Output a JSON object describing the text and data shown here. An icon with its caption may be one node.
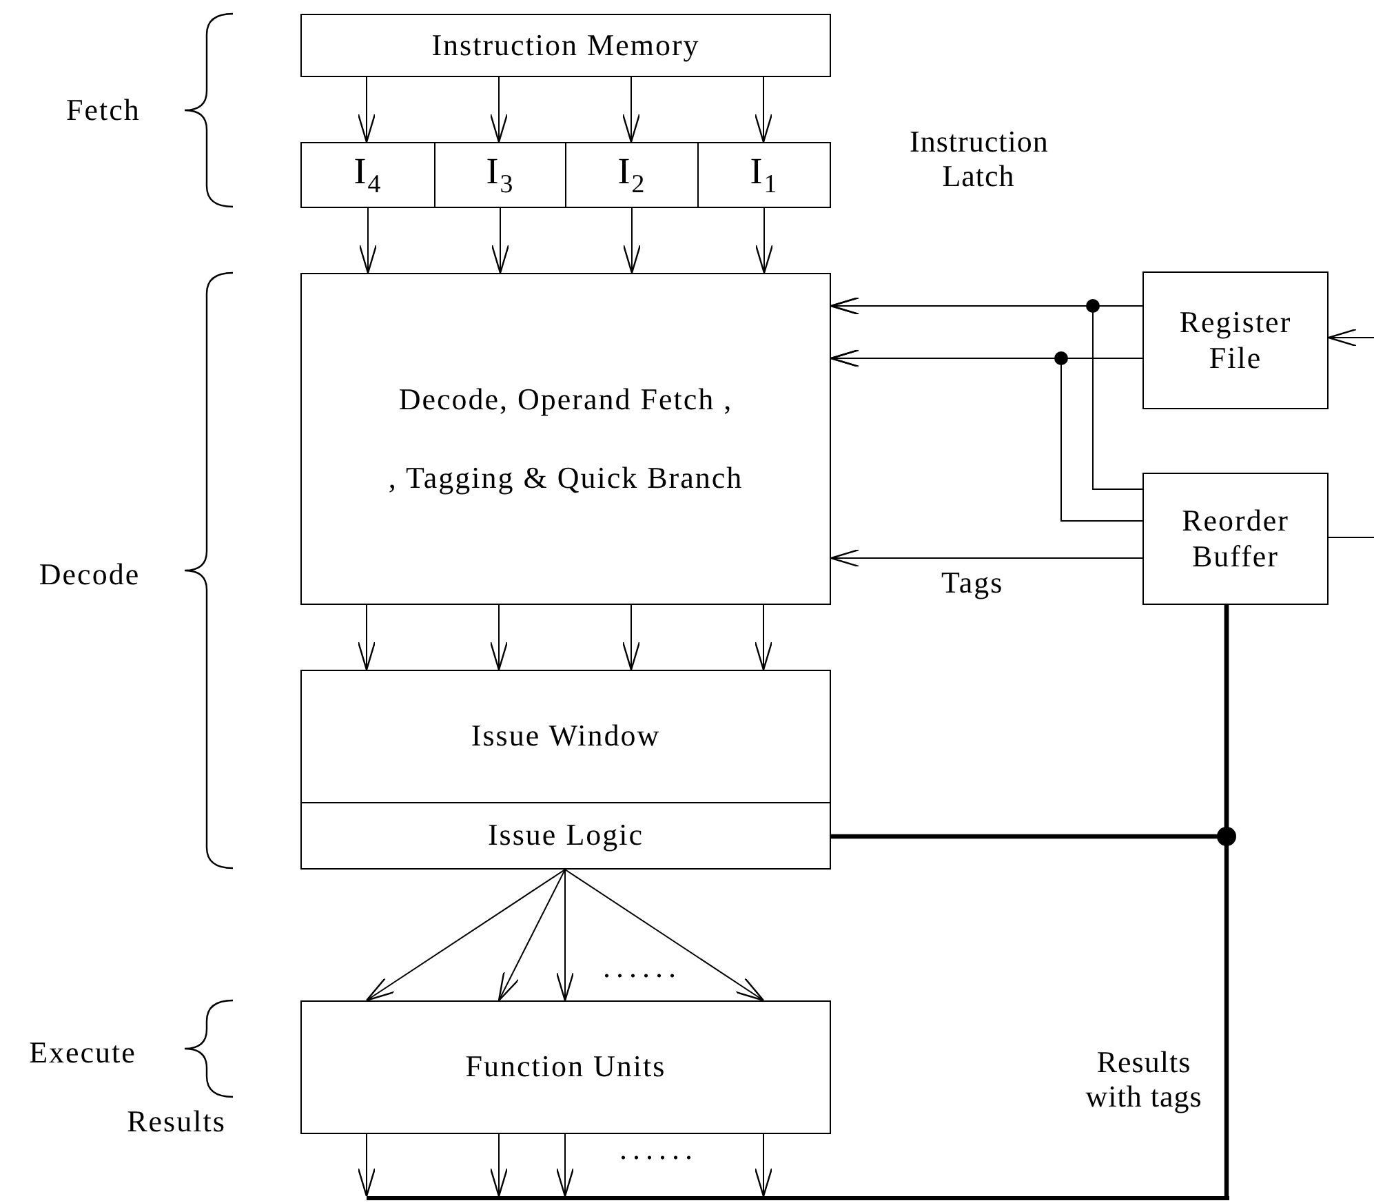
{
  "diagram": {
    "nodes": [
      {
        "text": [
          "Instruction Memory"
        ]
      },
      {
        "text": [
          "I$_{4}$"
        ]
      },
      {
        "text": [
          "I$_{3}$"
        ]
      },
      {
        "text": [
          "I$_{2}$"
        ]
      },
      {
        "text": [
          "I$_{1}$"
        ]
      },
      {
        "text": [
          "Decode, Operand Fetch ,",
          ", Tagging & Quick Branch"
        ]
      },
      {
        "text": [
          "Issue Window"
        ]
      },
      {
        "text": [
          "Issue Logic"
        ]
      },
      {
        "text": [
          "Function Units"
        ]
      },
      {
        "text": [
          "Register File"
        ]
      },
      {
        "text": [
          "Reorder Buffer"
        ]
      },
      {
        "text": [],
        "shape": "bar"
      }
    ],
    "edges": [
      {
        "from": 0,
        "to": 1,
        "arrow": "to"
      },
      {
        "from": 0,
        "to": 2,
        "arrow": "to"
      },
      {
        "from": 0,
        "to": 3,
        "arrow": "to"
      },
      {
        "from": 0,
        "to": 4,
        "arrow": "to"
      },
      {
        "from": 1,
        "to": 5,
        "arrow": "to"
      },
      {
        "from": 2,
        "to": 5,
        "arrow": "to"
      },
      {
        "from": 3,
        "to": 5,
        "arrow": "to"
      },
      {
        "from": 4,
        "to": 5,
        "arrow": "to"
      },
      {
        "from": 5,
        "to": 6,
        "arrow": "to"
      },
      {
        "from": 5,
        "to": 6,
        "arrow": "to"
      },
      {
        "from": 5,
        "to": 6,
        "arrow": "to"
      },
      {
        "from": 5,
        "to": 6,
        "arrow": "to"
      },
      {
        "from": 7,
        "to": 8,
        "arrow": "to"
      },
      {
        "from": 7,
        "to": 8,
        "arrow": "to"
      },
      {
        "from": 7,
        "to": 8,
        "arrow": "to"
      },
      {
        "from": 7,
        "to": 8,
        "arrow": "to"
      },
      {
        "from": 8,
        "to": 11,
        "arrow": "to"
      },
      {
        "from": 8,
        "to": 11,
        "arrow": "to"
      },
      {
        "from": 8,
        "to": 11,
        "arrow": "to"
      },
      {
        "from": 8,
        "to": 11,
        "arrow": "to"
      },
      {
        "from": 9,
        "to": 5,
        "arrow": "to"
      },
      {
        "from": 9,
        "to": 5,
        "arrow": "to"
      },
      {
        "from": 10,
        "to": 5,
        "arrow": "to"
      },
      {
        "from": 10,
        "to": 5,
        "arrow": "to"
      },
      {
        "from": 10,
        "to": 5,
        "arrow": "to",
        "label": "Tags"
      },
      {
        "from": null,
        "to": 9,
        "arrow": "to"
      },
      {
        "from": 10,
        "to": null,
        "arrow": "none"
      },
      {
        "from": 11,
        "to": 10,
        "arrow": "none",
        "style": "thick"
      },
      {
        "from": 7,
        "to": 10,
        "arrow": "none",
        "style": "thick"
      }
    ],
    "labels": [
      "Fetch",
      "Instruction Latch",
      "Decode",
      "......",
      "Execute",
      "Results with tags",
      "......",
      "Results"
    ]
  }
}
